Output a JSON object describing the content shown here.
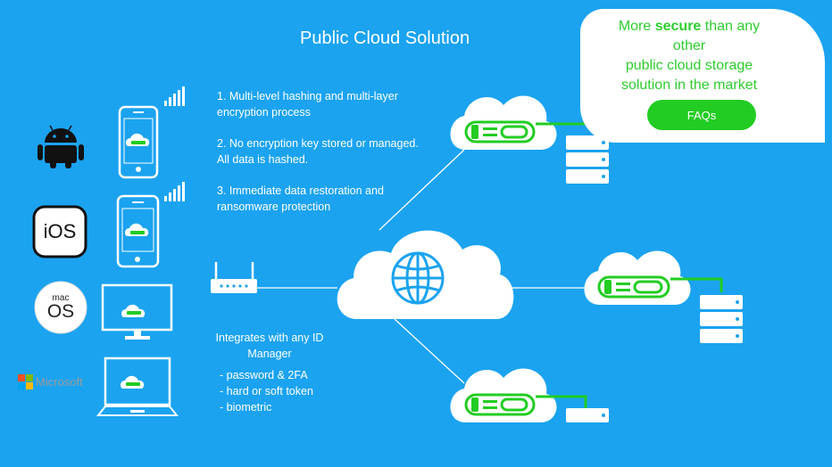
{
  "title": "Public Cloud Solution",
  "features": [
    "1.  Multi-level hashing and multi-layer encryption process",
    "2.  No encryption key stored or managed. All data is hashed.",
    "3. Immediate data restoration and ransomware protection"
  ],
  "id_manager": {
    "heading": "Integrates with any ID Manager",
    "items": [
      "- password & 2FA",
      "- hard or soft token",
      "- biometric"
    ]
  },
  "promo": {
    "line1_pre": "More ",
    "line1_bold": "secure",
    "line1_post": " than any",
    "line2": "other",
    "line3": "public cloud storage",
    "line4": "solution in the market",
    "button": "FAQs"
  },
  "platforms": {
    "android": "android-logo",
    "ios": "iOS",
    "mac_small": "mac",
    "mac_big": "OS",
    "microsoft": "Microsoft"
  },
  "colors": {
    "background": "#1ba3f0",
    "accent_green": "#22cc22",
    "white": "#ffffff"
  }
}
